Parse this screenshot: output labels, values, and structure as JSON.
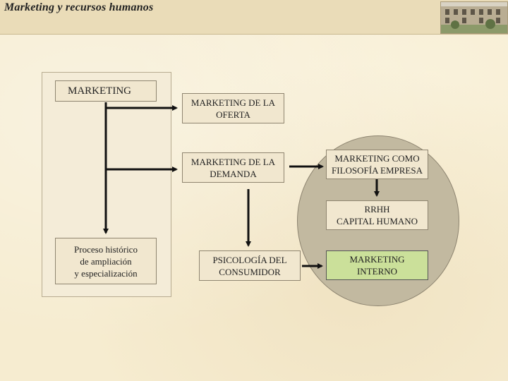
{
  "header": {
    "title": "Marketing y recursos humanos"
  },
  "boxes": {
    "marketing": "MARKETING",
    "proceso": "Proceso histórico\nde ampliación\ny especialización",
    "oferta": "MARKETING DE LA\nOFERTA",
    "demanda": "MARKETING DE LA\nDEMANDA",
    "psicologia": "PSICOLOGÍA DEL\nCONSUMIDOR",
    "filosofia": "MARKETING COMO\nFILOSOFÍA EMPRESA",
    "rrhh": "RRHH\nCAPITAL HUMANO",
    "interno": "MARKETING\nINTERNO"
  },
  "colors": {
    "highlight": "#cbe09a",
    "circle": "#c2b9a0",
    "background": "#f6ecd0"
  }
}
